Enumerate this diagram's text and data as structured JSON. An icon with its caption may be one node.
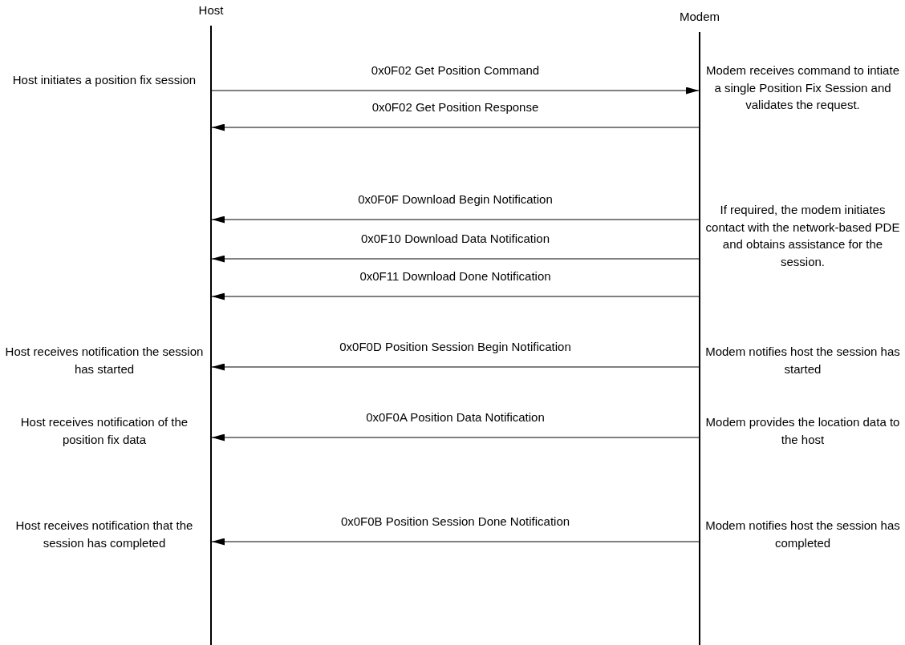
{
  "diagram": {
    "nodes": [
      {
        "text": [
          "Host"
        ]
      },
      {
        "text": [
          "Modem"
        ]
      }
    ],
    "edges": [
      {
        "from": 0,
        "to": 1,
        "arrow": "to",
        "label": "0x0F02 Get Position Command"
      },
      {
        "from": 1,
        "to": 0,
        "arrow": "to",
        "label": "0x0F02 Get Position Response"
      },
      {
        "from": 1,
        "to": 0,
        "arrow": "to",
        "label": "0x0F0F Download Begin Notification"
      },
      {
        "from": 1,
        "to": 0,
        "arrow": "to",
        "label": "0x0F10 Download Data Notification"
      },
      {
        "from": 1,
        "to": 0,
        "arrow": "to",
        "label": "0x0F11 Download Done Notification"
      },
      {
        "from": 1,
        "to": 0,
        "arrow": "to",
        "label": "0x0F0D Position Session Begin Notification"
      },
      {
        "from": 1,
        "to": 0,
        "arrow": "to",
        "label": "0x0F0A Position Data Notification"
      },
      {
        "from": 1,
        "to": 0,
        "arrow": "to",
        "label": "0x0F0B Position Session Done Notification"
      }
    ],
    "labels": [
      "Host initiates a position fix session",
      "Modem receives command to intiate a single Position Fix Session and validates the request.",
      "If required, the modem initiates contact with the network-based PDE and obtains assistance for the session.",
      "Host receives notification the session has started",
      "Modem notifies host the session has started",
      "Host receives notification of the position fix data",
      "Modem provides the location data to the host",
      "Host receives notification that the session has completed",
      "Modem notifies host the session has completed"
    ]
  }
}
